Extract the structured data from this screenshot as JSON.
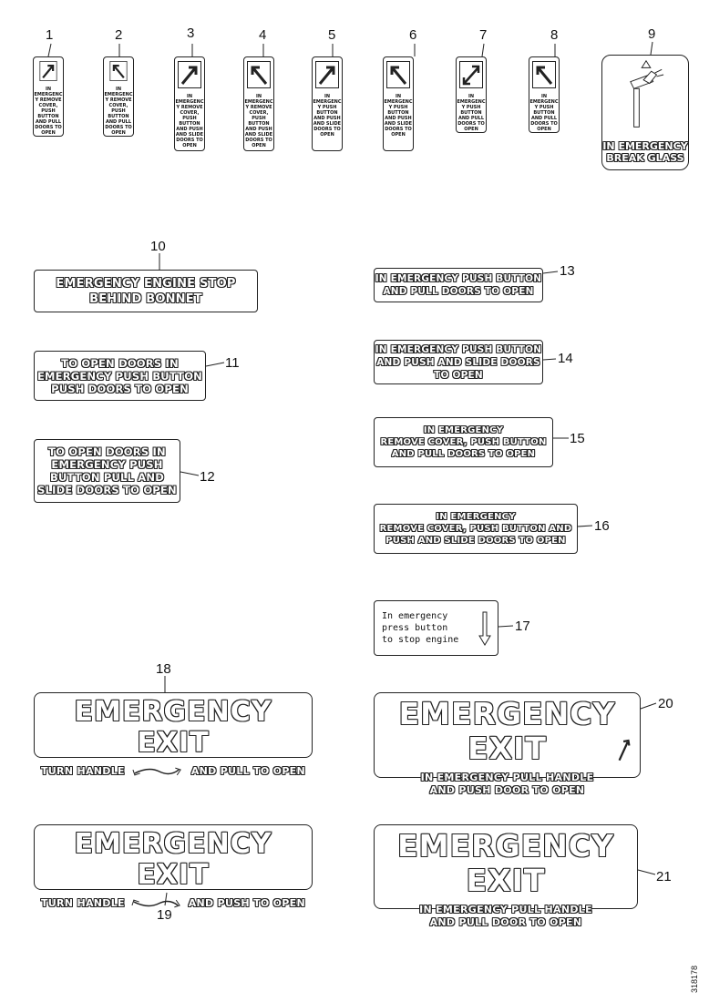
{
  "labels": {
    "l1": {
      "num": "1",
      "text": "IN EMERGENCY REMOVE COVER, PUSH BUTTON AND PULL DOORS TO OPEN"
    },
    "l2": {
      "num": "2",
      "text": "IN EMERGENCY REMOVE COVER, PUSH BUTTON AND PULL DOORS TO OPEN"
    },
    "l3": {
      "num": "3",
      "text": "IN EMERGENCY REMOVE COVER, PUSH BUTTON AND PUSH AND SLIDE DOORS TO OPEN"
    },
    "l4": {
      "num": "4",
      "text": "IN EMERGENCY REMOVE COVER, PUSH BUTTON AND PUSH AND SLIDE DOORS TO OPEN"
    },
    "l5": {
      "num": "5",
      "text": "IN EMERGENCY PUSH BUTTON AND PUSH AND SLIDE DOORS TO OPEN"
    },
    "l6": {
      "num": "6",
      "text": "IN EMERGENCY PUSH BUTTON AND PUSH AND SLIDE DOORS TO OPEN"
    },
    "l7": {
      "num": "7",
      "text": "IN EMERGENCY PUSH BUTTON AND PULL DOORS TO OPEN"
    },
    "l8": {
      "num": "8",
      "text": "IN EMERGENCY PUSH BUTTON AND PULL DOORS TO OPEN"
    },
    "l9": {
      "num": "9",
      "line1": "IN EMERGENCY",
      "line2": "BREAK GLASS"
    },
    "l10": {
      "num": "10",
      "line1": "EMERGENCY ENGINE STOP",
      "line2": "BEHIND BONNET"
    },
    "l11": {
      "num": "11",
      "line1": "TO OPEN DOORS IN",
      "line2": "EMERGENCY PUSH BUTTON",
      "line3": "PUSH DOORS TO OPEN"
    },
    "l12": {
      "num": "12",
      "line1": "TO OPEN DOORS IN",
      "line2": "EMERGENCY PUSH",
      "line3": "BUTTON PULL AND",
      "line4": "SLIDE DOORS TO OPEN"
    },
    "l13": {
      "num": "13",
      "line1": "IN EMERGENCY PUSH BUTTON",
      "line2": "AND PULL DOORS TO OPEN"
    },
    "l14": {
      "num": "14",
      "line1": "IN EMERGENCY PUSH BUTTON",
      "line2": "AND PUSH AND SLIDE DOORS",
      "line3": "TO OPEN"
    },
    "l15": {
      "num": "15",
      "line1": "IN EMERGENCY",
      "line2": "REMOVE COVER, PUSH BUTTON",
      "line3": "AND PULL DOORS TO OPEN"
    },
    "l16": {
      "num": "16",
      "line1": "IN EMERGENCY",
      "line2": "REMOVE COVER, PUSH BUTTON AND",
      "line3": "PUSH AND SLIDE DOORS TO OPEN"
    },
    "l17": {
      "num": "17",
      "line1": "In emergency",
      "line2": "press button",
      "line3": "to stop engine"
    },
    "l18": {
      "num": "18",
      "title": "EMERGENCY EXIT",
      "left": "TURN HANDLE",
      "right": "AND PULL TO OPEN"
    },
    "l19": {
      "num": "19",
      "title": "EMERGENCY EXIT",
      "left": "TURN HANDLE",
      "right": "AND PUSH TO OPEN"
    },
    "l20": {
      "num": "20",
      "title": "EMERGENCY EXIT",
      "line1": "IN EMERGENCY PULL HANDLE",
      "line2": "AND PUSH DOOR TO OPEN"
    },
    "l21": {
      "num": "21",
      "title": "EMERGENCY EXIT",
      "line1": "IN EMERGENCY PULL HANDLE",
      "line2": "AND PULL DOOR TO OPEN"
    }
  },
  "drawing_number": "318178"
}
